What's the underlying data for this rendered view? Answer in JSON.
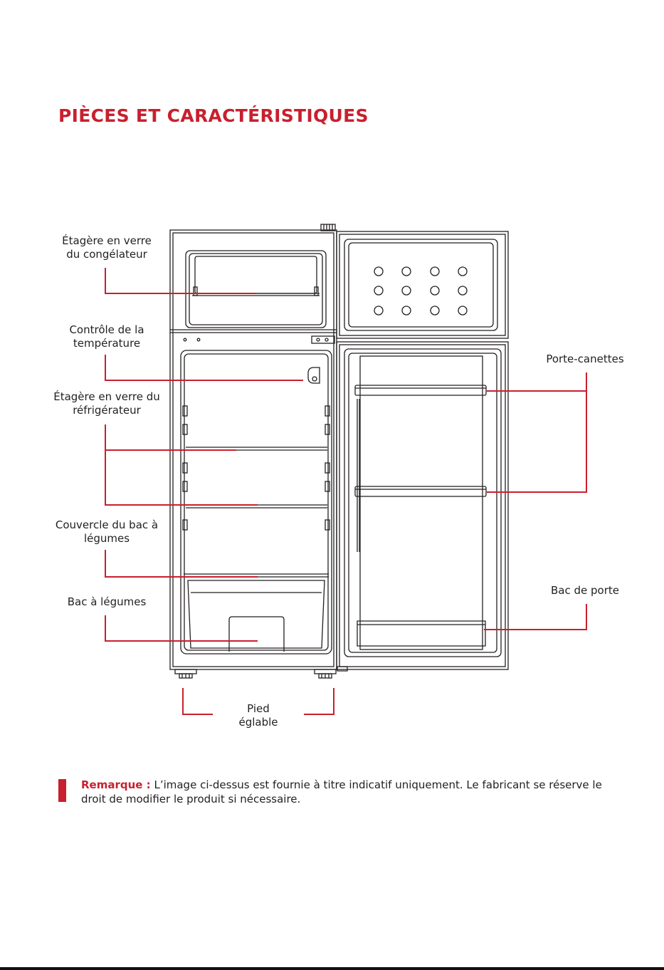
{
  "title": "PIÈCES ET CARACTÉRISTIQUES",
  "colors": {
    "accent": "#c8202e",
    "line": "#231f20"
  },
  "labels": {
    "freezer_shelf": [
      "Étagère en verre",
      "du congélateur"
    ],
    "temp_control": [
      "Contrôle de la",
      "température"
    ],
    "fridge_shelf": [
      "Étagère en verre du",
      "réfrigérateur"
    ],
    "crisper_cover": [
      "Couvercle du bac à",
      "légumes"
    ],
    "crisper": [
      "Bac à légumes"
    ],
    "can_holder": [
      "Porte-canettes"
    ],
    "door_bin": [
      "Bac de porte"
    ],
    "foot": [
      "Pied",
      "églable"
    ]
  },
  "note": {
    "lead": "Remarque :",
    "text": " L’image ci-dessus est fournie à titre indicatif uniquement. Le fabricant se réserve le droit de modifier le produit si nécessaire."
  }
}
